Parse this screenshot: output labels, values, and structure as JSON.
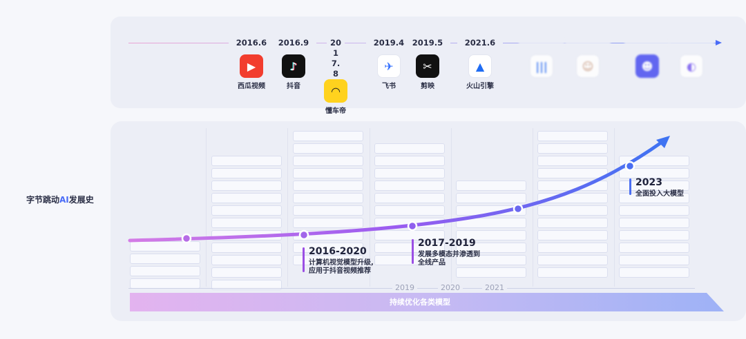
{
  "side_title": {
    "prefix": "字节跳动",
    "ai": "AI",
    "suffix": "发展史"
  },
  "products": [
    {
      "date": "2016.6",
      "name": "西瓜视频",
      "icon": "watermelon-video-icon",
      "color": "#f23d2e",
      "glyph": "▶"
    },
    {
      "date": "2016.9",
      "name": "抖音",
      "icon": "douyin-icon",
      "color": "#111111",
      "glyph": "♪"
    },
    {
      "date": "2017.8",
      "name": "懂车帝",
      "icon": "dongchedi-icon",
      "color": "#ffd21e",
      "glyph": "◠"
    },
    {
      "date": "2019.4",
      "name": "飞书",
      "icon": "feishu-icon",
      "color": "#ffffff",
      "glyph": "✈"
    },
    {
      "date": "2019.5",
      "name": "剪映",
      "icon": "jianying-icon",
      "color": "#111111",
      "glyph": "✂"
    },
    {
      "date": "2021.6",
      "name": "火山引擎",
      "icon": "volcano-engine-icon",
      "color": "#ffffff",
      "glyph": "▲"
    },
    {
      "date": "",
      "name": "",
      "icon": "blurred-product-icon-1",
      "color": "#ffffff",
      "glyph": "|||"
    },
    {
      "date": "",
      "name": "",
      "icon": "blurred-avatar-icon",
      "color": "#ffffff",
      "glyph": "☺"
    },
    {
      "date": "",
      "name": "",
      "icon": "blurred-product-icon-2",
      "color": "#4a4ff0",
      "glyph": "☻"
    },
    {
      "date": "",
      "name": "",
      "icon": "blurred-product-icon-3",
      "color": "#ffffff",
      "glyph": "◐"
    }
  ],
  "milestones": [
    {
      "years": "2016-2020",
      "desc": [
        "计算机视觉模型升级,",
        "应用于抖音视频推荐"
      ]
    },
    {
      "years": "2017-2019",
      "desc": [
        "发展多模态并渗透到",
        "全线产品"
      ]
    },
    {
      "years": "2023",
      "desc": [
        "全面投入大模型"
      ]
    }
  ],
  "year_axis": [
    "2019",
    "2020",
    "2021"
  ],
  "ribbon_label": "持续优化各类模型"
}
